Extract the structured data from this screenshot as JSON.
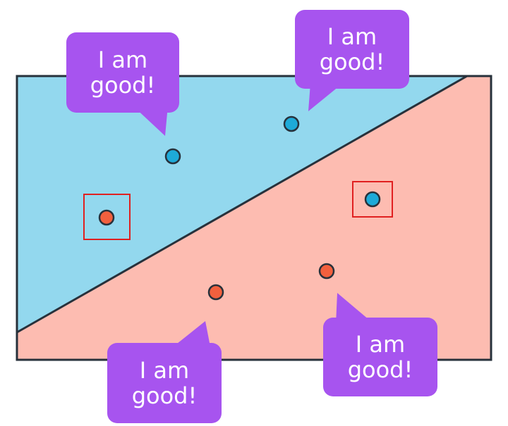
{
  "colors": {
    "region_a": "#93d8ee",
    "region_b": "#fdbcb1",
    "frame": "#27313b",
    "point_blue": "#1eaad8",
    "point_red": "#f2603e",
    "bubble": "#a754ef",
    "highlight": "#e02020"
  },
  "bubbles": [
    {
      "line1": "I am",
      "line2": "good!"
    },
    {
      "line1": "I am",
      "line2": "good!"
    },
    {
      "line1": "I am",
      "line2": "good!"
    },
    {
      "line1": "I am",
      "line2": "good!"
    }
  ]
}
